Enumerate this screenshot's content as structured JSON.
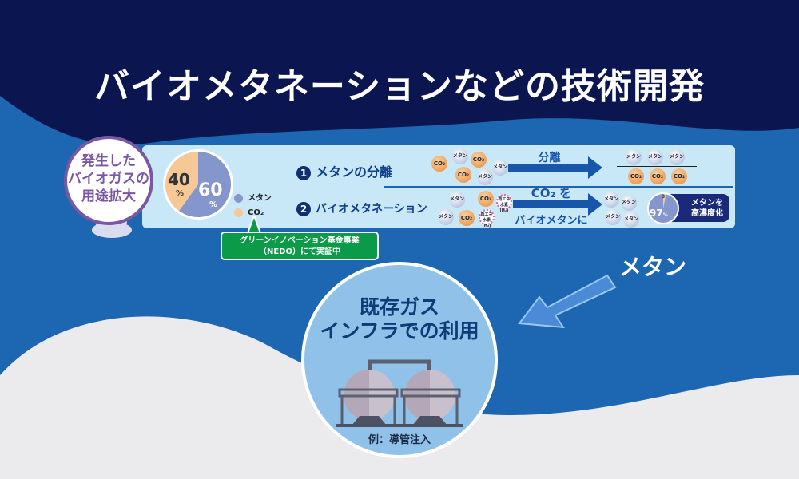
{
  "title": "バイオメタネーションなどの技術開発",
  "badge": {
    "line1": "発生した",
    "line2": "バイオガスの",
    "line3": "用途拡大"
  },
  "pie": {
    "methane_pct": 60,
    "co2_pct": 40,
    "methane_label": "60",
    "co2_label": "40",
    "pct_sign": "%",
    "colors": {
      "methane": "#8596cc",
      "co2": "#f6c895"
    }
  },
  "legend": [
    {
      "label": "メタン",
      "color": "#8596cc"
    },
    {
      "label": "CO₂",
      "color": "#f6c895"
    }
  ],
  "row1": {
    "number": "1",
    "label": "メタンの分離",
    "arrow_label": "分離"
  },
  "row2": {
    "number": "2",
    "label": "バイオメタネーション",
    "arrow_label_top": "CO₂ を",
    "arrow_label_bottom": "バイオメタンに"
  },
  "bubbles": {
    "methane": "メタン",
    "co2": "CO₂",
    "hydrogen": "再エネ水素(H₂)"
  },
  "result": {
    "methane_pct_label": "97",
    "pct_sign": "%",
    "other_pct_label": "3",
    "methane_pct": 97,
    "tag_line1": "メタンを",
    "tag_line2": "高濃度化"
  },
  "callout": {
    "line1": "グリーンイノベーション基金事業",
    "line2": "（NEDO）にて実証中"
  },
  "arrow_label": "メタン",
  "infra": {
    "line1": "既存ガス",
    "line2": "インフラでの利用",
    "example": "例：導管注入"
  },
  "colors": {
    "navy": "#0b1650",
    "blue": "#1c66b2",
    "gray": "#ebebed",
    "green": "#0a9a48",
    "purple": "#7a57a3"
  }
}
